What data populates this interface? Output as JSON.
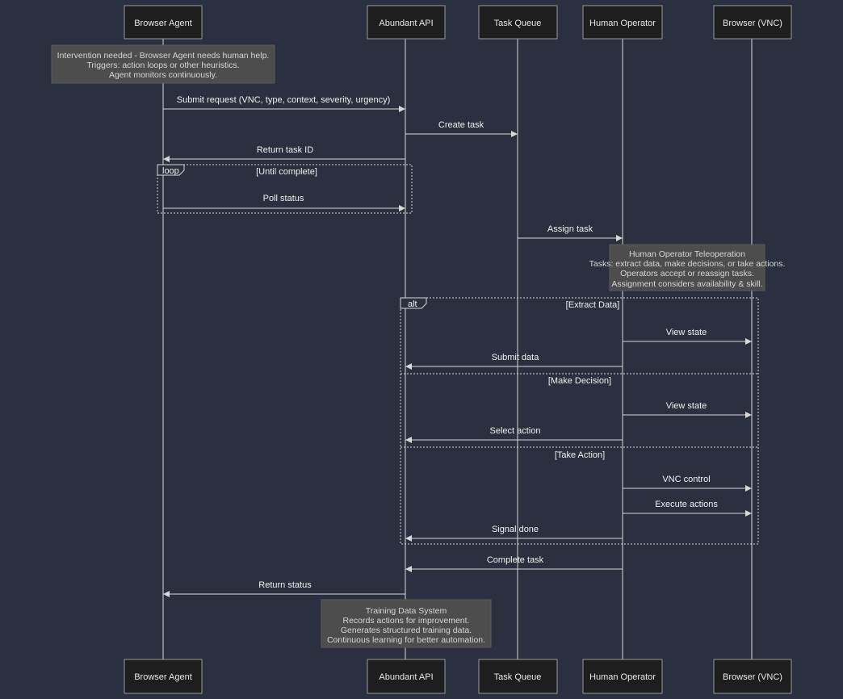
{
  "actors": [
    {
      "id": "agent",
      "label": "Browser Agent"
    },
    {
      "id": "api",
      "label": "Abundant API"
    },
    {
      "id": "queue",
      "label": "Task Queue"
    },
    {
      "id": "operator",
      "label": "Human Operator"
    },
    {
      "id": "vnc",
      "label": "Browser (VNC)"
    }
  ],
  "notes": [
    {
      "id": "intervention",
      "lines": [
        "Intervention needed - Browser Agent needs human help.",
        "Triggers: action loops or other heuristics.",
        "Agent monitors continuously."
      ]
    },
    {
      "id": "teleoperation",
      "lines": [
        "Human Operator Teleoperation",
        "Tasks: extract data, make decisions, or take actions.",
        "Operators accept or reassign tasks.",
        "Assignment considers availability & skill."
      ]
    },
    {
      "id": "training",
      "lines": [
        "Training Data System",
        "Records actions for improvement.",
        "Generates structured training data.",
        "Continuous learning for better automation."
      ]
    }
  ],
  "messages": [
    {
      "id": "submit-request",
      "from": "agent",
      "to": "api",
      "label": "Submit request (VNC, type, context, severity, urgency)"
    },
    {
      "id": "create-task",
      "from": "api",
      "to": "queue",
      "label": "Create task"
    },
    {
      "id": "return-task-id",
      "from": "api",
      "to": "agent",
      "label": "Return task ID"
    },
    {
      "id": "poll-status",
      "from": "agent",
      "to": "api",
      "label": "Poll status"
    },
    {
      "id": "assign-task",
      "from": "queue",
      "to": "operator",
      "label": "Assign task"
    },
    {
      "id": "view-state-1",
      "from": "operator",
      "to": "vnc",
      "label": "View state"
    },
    {
      "id": "submit-data",
      "from": "operator",
      "to": "api",
      "label": "Submit data"
    },
    {
      "id": "view-state-2",
      "from": "operator",
      "to": "vnc",
      "label": "View state"
    },
    {
      "id": "select-action",
      "from": "operator",
      "to": "api",
      "label": "Select action"
    },
    {
      "id": "vnc-control",
      "from": "operator",
      "to": "vnc",
      "label": "VNC control"
    },
    {
      "id": "execute-actions",
      "from": "operator",
      "to": "vnc",
      "label": "Execute actions"
    },
    {
      "id": "signal-done",
      "from": "operator",
      "to": "api",
      "label": "Signal done"
    },
    {
      "id": "complete-task",
      "from": "operator",
      "to": "api",
      "label": "Complete task"
    },
    {
      "id": "return-status",
      "from": "api",
      "to": "agent",
      "label": "Return status"
    }
  ],
  "frames": [
    {
      "id": "loop",
      "tag": "loop",
      "sections": [
        "[Until complete]"
      ]
    },
    {
      "id": "alt",
      "tag": "alt",
      "sections": [
        "[Extract Data]",
        "[Make Decision]",
        "[Take Action]"
      ]
    }
  ],
  "colors": {
    "background": "#2a303f",
    "actor_box": "#1e1e1e",
    "note": "#4d4d4d",
    "line": "#d8d8d8"
  }
}
